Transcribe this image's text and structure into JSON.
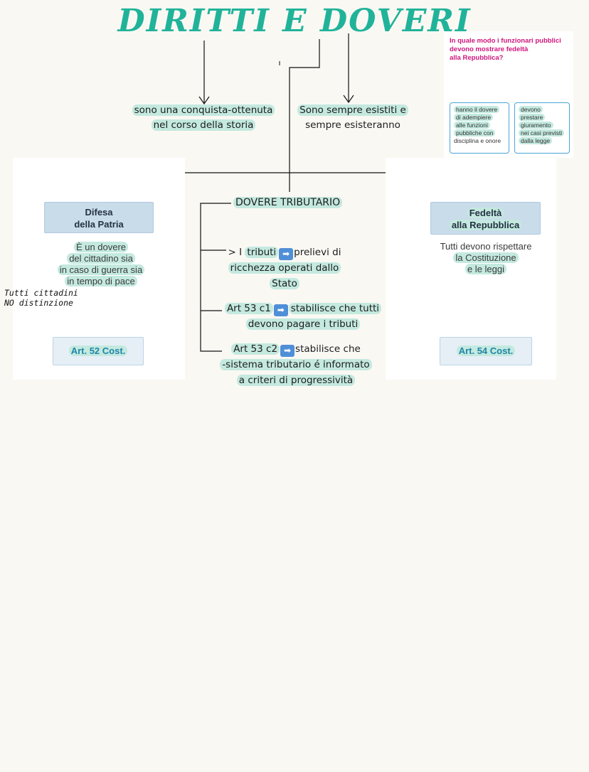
{
  "title": "DIRITTI E DOVERI",
  "top_left_note": [
    "sono una conquista-ottenuta",
    "nel corso della storia"
  ],
  "top_right_note": [
    "Sono sempre esistiti e",
    "sempre esisteranno"
  ],
  "question_card": {
    "title": [
      "In quale modo i funzionari pubblici",
      "devono mostrare fedeltà",
      "alla Repubblica?"
    ],
    "left_box": [
      "hanno il dovere",
      "di adempiere",
      "alle funzioni",
      "pubbliche con",
      "disciplina e onore"
    ],
    "right_box": [
      "devono",
      "prestare",
      "giuramento",
      "nei casi previsti",
      "dalla legge"
    ]
  },
  "left_panel": {
    "header": [
      "Difesa",
      "della Patria"
    ],
    "text": [
      "È un dovere",
      "del cittadino sia",
      "in caso di guerra sia",
      "in tempo di pace"
    ],
    "article": "Art. 52 Cost."
  },
  "handwritten_side_note": [
    "Tutti cittadini",
    "NO distinzione"
  ],
  "center": {
    "heading": "DOVERE TRIBUTARIO",
    "item1": {
      "prefix": "> I",
      "word": "tributi",
      "rest": "prelievi di",
      "line2": "ricchezza operati dallo",
      "line3": "Stato"
    },
    "item2": {
      "prefix": "Art 53 c1",
      "rest": "stabilisce che tutti",
      "line2": "devono pagare i tributi"
    },
    "item3": {
      "prefix": "Art 53 c2",
      "rest": "stabilisce che",
      "line2": "-sistema tributario é informato",
      "line3": "a criteri di progressività"
    },
    "arrow_glyph": "➡"
  },
  "right_panel": {
    "header": [
      "Fedeltà",
      "alla Repubblica"
    ],
    "text": [
      "Tutti devono rispettare",
      "la Costituzione",
      "e le leggi"
    ],
    "article": "Art. 54 Cost."
  },
  "colors": {
    "teal_title": "#20b39a",
    "highlight": "#c4e9df",
    "orange_connector": "#f2b54c",
    "blue_box": "#c9dcea",
    "magenta_question": "#d0157d",
    "card_border": "#4aa6d6"
  }
}
